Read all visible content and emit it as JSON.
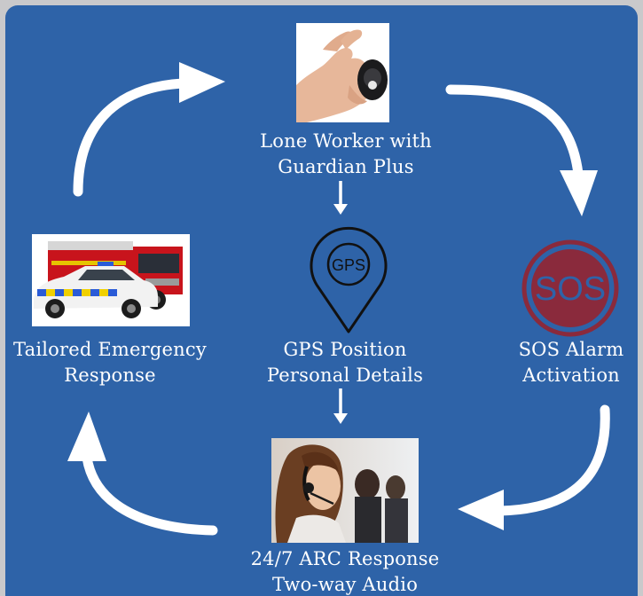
{
  "nodes": {
    "lone_worker": {
      "line1": "Lone Worker with",
      "line2": "Guardian Plus"
    },
    "gps": {
      "icon_text": "GPS",
      "line1": "GPS Position",
      "line2": "Personal Details"
    },
    "sos": {
      "icon_text": "SOS",
      "line1": "SOS Alarm",
      "line2": "Activation"
    },
    "arc": {
      "line1": "24/7 ARC Response",
      "line2": "Two-way Audio"
    },
    "emergency": {
      "line1": "Tailored Emergency",
      "line2": "Response"
    }
  },
  "colors": {
    "background": "#2e63a8",
    "arrow": "#ffffff",
    "sos": "#8a2a3c"
  }
}
